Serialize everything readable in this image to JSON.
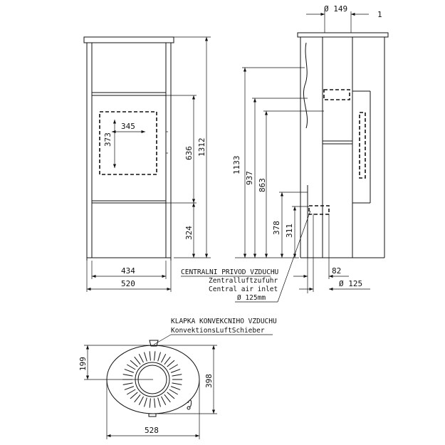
{
  "sheet": {
    "page_number": "1"
  },
  "front_view": {
    "opening_width": "345",
    "opening_height": "373",
    "total_height": "1312",
    "door_height": "636",
    "door_bottom": "324",
    "inner_width": "434",
    "total_width": "520"
  },
  "side_view": {
    "flue_diameter": "Ø 149",
    "height_1133": "1133",
    "height_937": "937",
    "height_863": "863",
    "height_378": "378",
    "height_311": "311",
    "inlet_offset": "82",
    "inlet_diameter": "Ø 125",
    "note_lines": [
      "CENTRALNI PRIVOD VZDUCHU",
      "Zentralluftzufuhr",
      "Central air inlet",
      "Ø 125mm"
    ]
  },
  "top_view": {
    "damper_lines": [
      "KLAPKA KONVEKCNIHO VZDUCHU",
      "KonvektionsLuftSchieber"
    ],
    "depth": "398",
    "center_offset": "199",
    "width": "528"
  }
}
